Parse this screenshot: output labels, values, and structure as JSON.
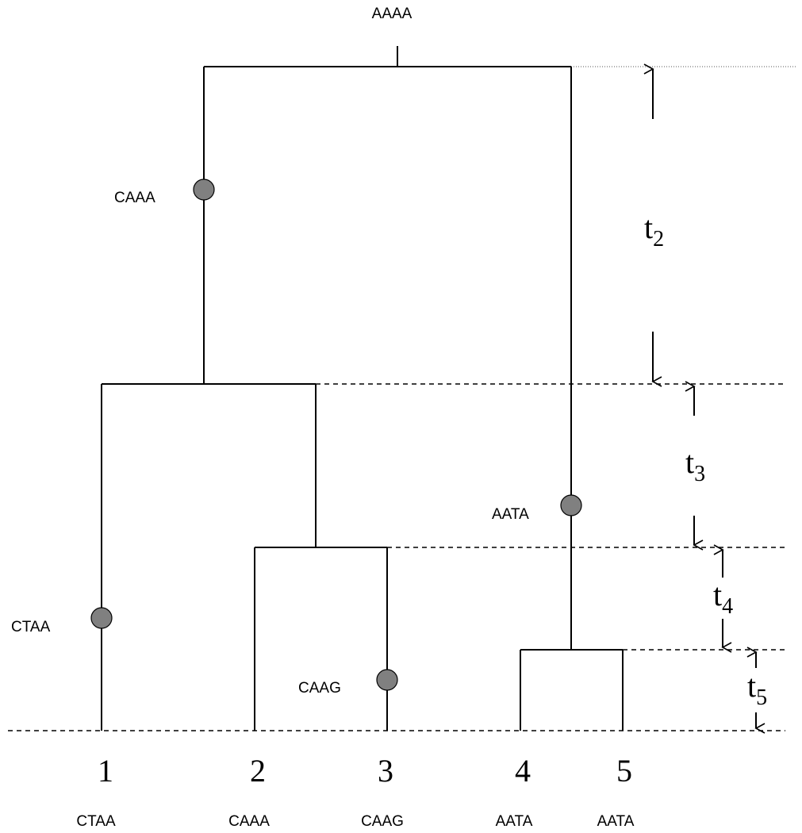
{
  "root_sequence": "AAAA",
  "leaves": [
    {
      "number": "1",
      "sequence": "CTAA"
    },
    {
      "number": "2",
      "sequence": "CAAA"
    },
    {
      "number": "3",
      "sequence": "CAAG"
    },
    {
      "number": "4",
      "sequence": "AATA"
    },
    {
      "number": "5",
      "sequence": "AATA"
    }
  ],
  "mutations": [
    {
      "label": "CAAA"
    },
    {
      "label": "CTAA"
    },
    {
      "label": "CAAG"
    },
    {
      "label": "AATA"
    }
  ],
  "intervals": [
    {
      "symbol": "t",
      "subscript": "2"
    },
    {
      "symbol": "t",
      "subscript": "3"
    },
    {
      "symbol": "t",
      "subscript": "4"
    },
    {
      "symbol": "t",
      "subscript": "5"
    }
  ],
  "colors": {
    "mutation_marker": "#808080",
    "lines": "#000000"
  }
}
